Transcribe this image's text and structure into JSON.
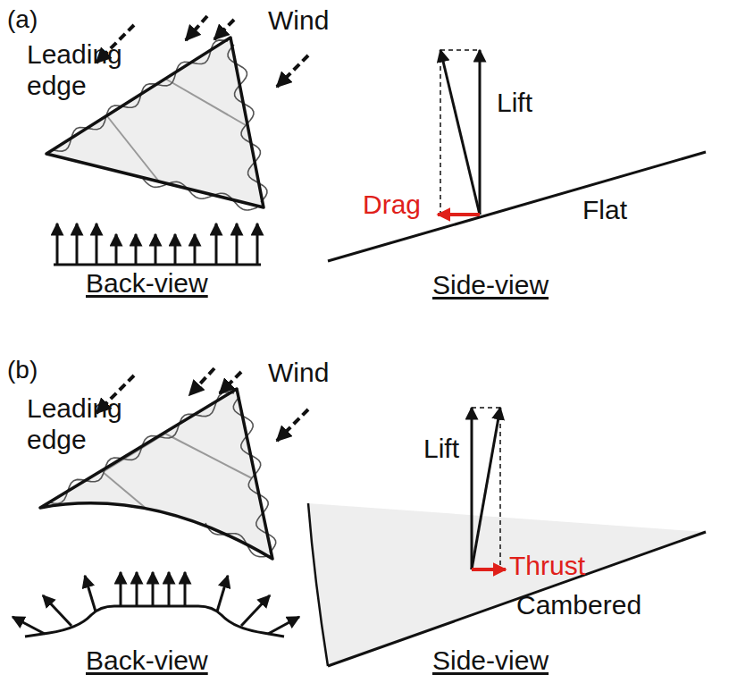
{
  "diagram": {
    "labels": [
      "(a)",
      "Leading edge",
      "Wind",
      "Back-view",
      "Lift",
      "Drag",
      "Flat",
      "Side-view",
      "(b)",
      "Leading edge",
      "Wind",
      "Back-view",
      "Lift",
      "Thrust",
      "Cambered",
      "Side-view"
    ]
  }
}
